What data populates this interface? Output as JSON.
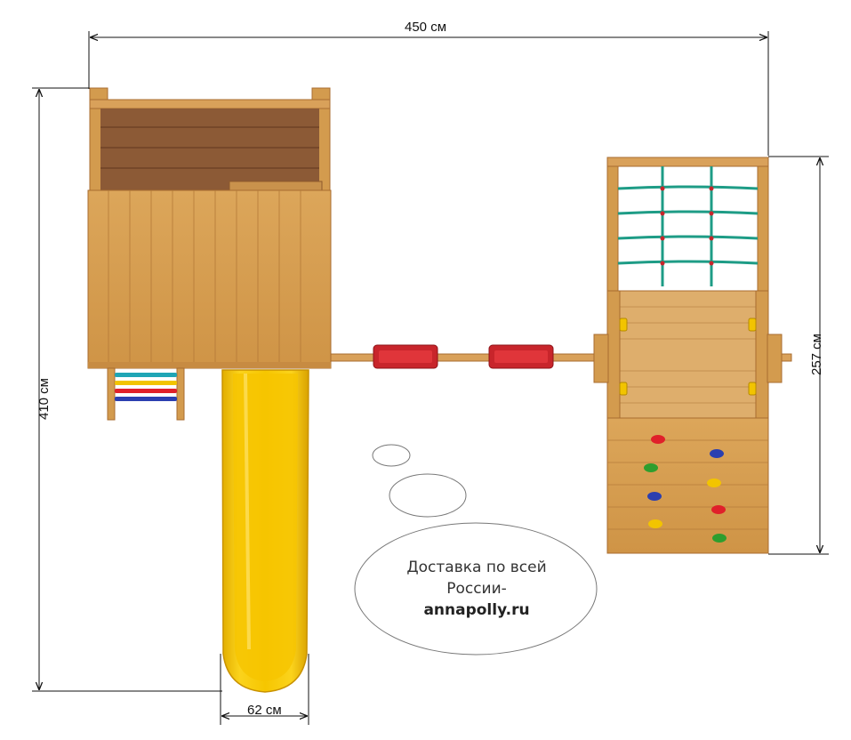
{
  "dimensions": {
    "total_width": "450 см",
    "total_height": "410 см",
    "tower_height": "257 см",
    "slide_width": "62 см"
  },
  "delivery": {
    "line1": "Доставка по всей",
    "line2": "России-",
    "site": "annapolly.ru"
  },
  "colors": {
    "wood": "#D7A054",
    "wood_dark": "#9A5A2C",
    "slide": "#F2C200",
    "seat": "#C8252B",
    "net": "#1E9C86",
    "holds": [
      "#E0202A",
      "#2B3FB0",
      "#2E9E2E",
      "#F2C400"
    ]
  }
}
